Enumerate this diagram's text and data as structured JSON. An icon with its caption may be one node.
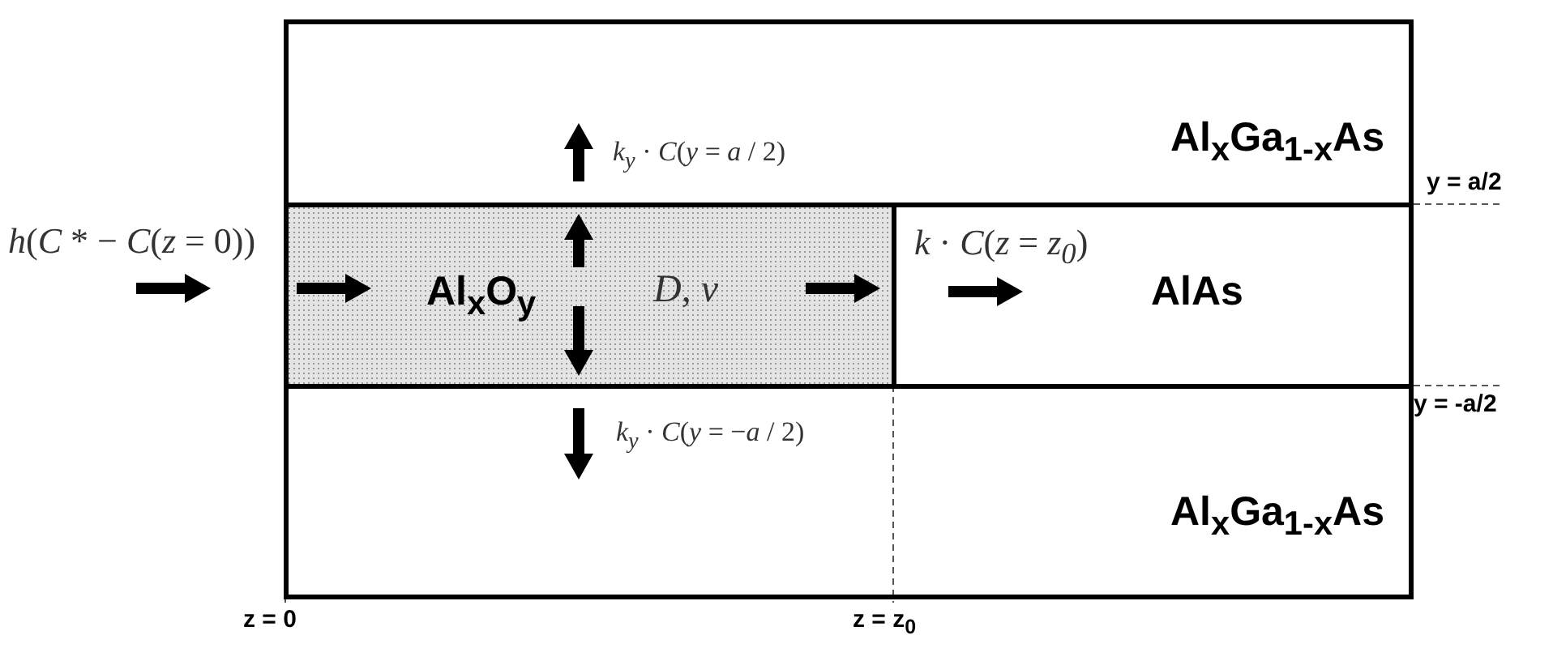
{
  "diagram": {
    "nodes": [
      {
        "text": [
          "Al$_{x}$Ga$_{1-x}$As"
        ]
      },
      {
        "text": [
          "Al$_{x}$O$_{y}$",
          "*D*, *v*"
        ]
      },
      {
        "text": [
          "AlAs"
        ]
      },
      {
        "text": [
          "Al$_{x}$Ga$_{1-x}$As"
        ]
      }
    ],
    "labels": [
      "*k*$_{y}$ · *C*(*y* = *a* / 2)",
      "y = a/2",
      "*h*(*C* * − *C*(*z* = 0))",
      "*k* · *C*(*z* = *z*$_{0}$)",
      "y = -a/2",
      "*k*$_{y}$ · *C*(*y* = −*a* / 2)",
      "z = 0",
      "z = z$_{0}$"
    ]
  }
}
